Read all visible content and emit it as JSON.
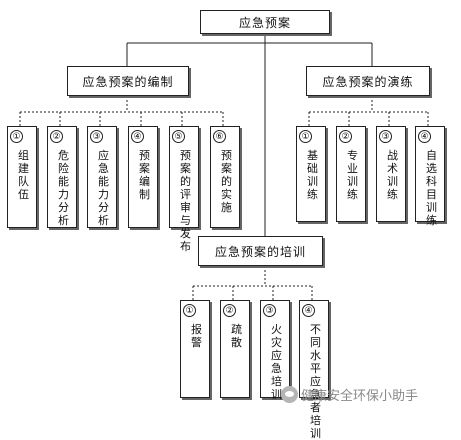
{
  "diagram": {
    "root": "应急预案",
    "groups": {
      "compile": {
        "title": "应急预案的编制",
        "items": [
          {
            "num": "①",
            "text": "组建队伍"
          },
          {
            "num": "②",
            "text": "危险能力分析"
          },
          {
            "num": "③",
            "text": "应急能力分析"
          },
          {
            "num": "④",
            "text": "预案编制"
          },
          {
            "num": "⑤",
            "text": "预案的评审与发布"
          },
          {
            "num": "⑥",
            "text": "预案的实施"
          }
        ]
      },
      "drill": {
        "title": "应急预案的演练",
        "items": [
          {
            "num": "①",
            "text": "基础训练"
          },
          {
            "num": "②",
            "text": "专业训练"
          },
          {
            "num": "③",
            "text": "战术训练"
          },
          {
            "num": "④",
            "text": "自选科目训练"
          }
        ]
      },
      "train": {
        "title": "应急预案的培训",
        "items": [
          {
            "num": "①",
            "text": "报警"
          },
          {
            "num": "②",
            "text": "疏散"
          },
          {
            "num": "③",
            "text": "火灾应急培训"
          },
          {
            "num": "④",
            "text": "不同水平应急者培训"
          }
        ]
      }
    }
  },
  "watermark": "健康安全环保小助手"
}
